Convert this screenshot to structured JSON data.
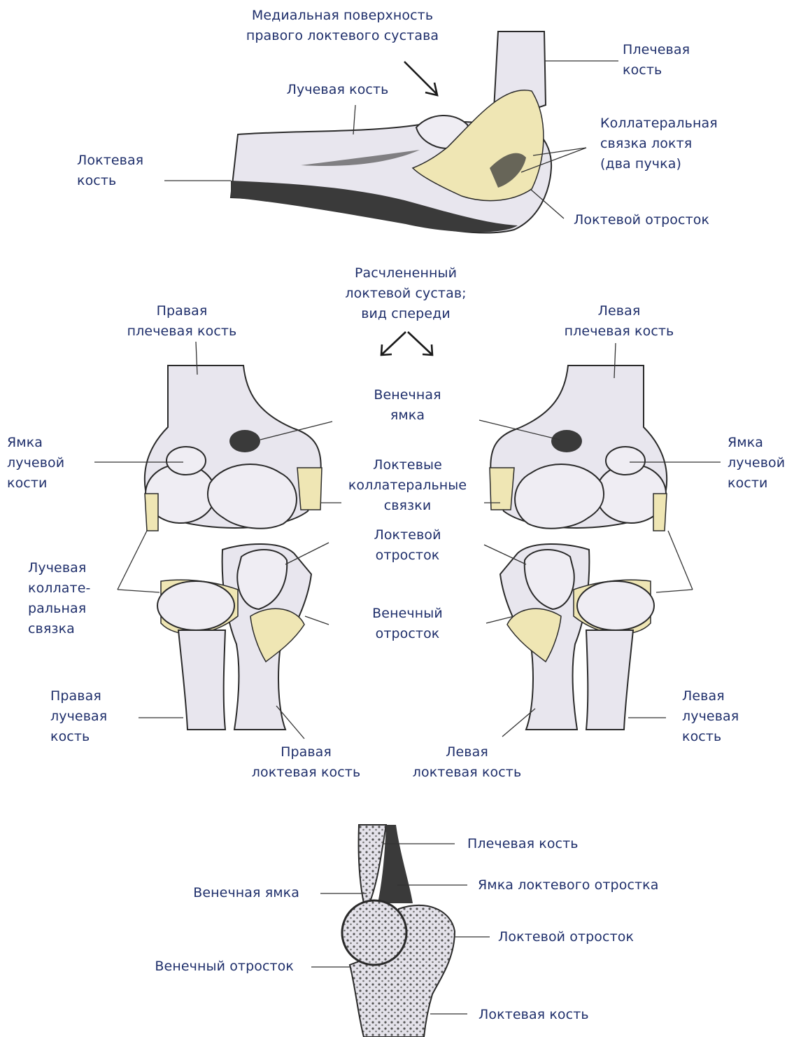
{
  "lateral": {
    "medial_surface": "Медиальная поверхность\nправого локтевого сустава",
    "humerus": "Плечевая\nкость",
    "radius": "Лучевая кость",
    "collateral": "Коллатеральная\nсвязка локтя\n(два пучка)",
    "ulna": "Локтевая\nкость",
    "olecranon": "Локтевой отросток"
  },
  "front": {
    "dissected": "Расчлененный\nлоктевой сустав;\nвид спереди",
    "right_humerus": "Правая\nплечевая кость",
    "left_humerus": "Левая\nплечевая кость",
    "coronoid_fossa": "Венечная\nямка",
    "radial_fossa_right": "Ямка\nлучевой\nкости",
    "radial_fossa_left": "Ямка\nлучевой\nкости",
    "ulnar_collateral": "Локтевые\nколлатеральные\nсвязки",
    "olecranon": "Локтевой\nотросток",
    "radial_collateral": "Лучевая\nколлате-\nральная\nсвязка",
    "coronoid_process": "Венечный\nотросток",
    "right_radius": "Правая\nлучевая\nкость",
    "left_radius": "Левая\nлучевая\nкость",
    "right_ulna": "Правая\nлоктевая кость",
    "left_ulna": "Левая\nлоктевая кость"
  },
  "section": {
    "humerus": "Плечевая кость",
    "olecranon_fossa": "Ямка локтевого отростка",
    "coronoid_fossa": "Венечная ямка",
    "olecranon": "Локтевой отросток",
    "coronoid_process": "Венечный отросток",
    "ulna": "Локтевая кость"
  },
  "colors": {
    "label_text": "#1f2f6b",
    "bone": "#e8e6ee",
    "ligament": "#efe6b4",
    "outline": "#2a2a2a"
  }
}
